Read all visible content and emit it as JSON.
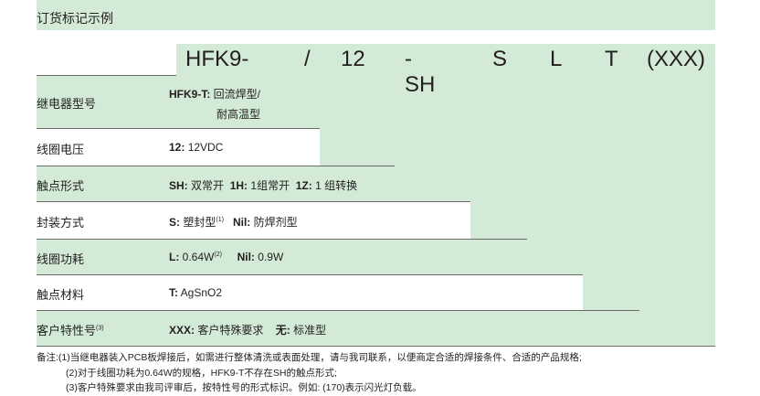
{
  "header": {
    "title": "订货标记示例"
  },
  "code_parts": [
    "HFK9-T",
    "/",
    "12",
    "-SH",
    "S",
    "L",
    "T",
    "(XXX)"
  ],
  "rows": [
    {
      "label": "继电器型号",
      "code": "HFK9-T:",
      "text": "回流焊型/",
      "text2": "耐高温型"
    },
    {
      "label": "线圈电压",
      "code": "12:",
      "text": "12VDC"
    },
    {
      "label": "触点形式",
      "code1": "SH:",
      "text1": "双常开",
      "code2": "1H:",
      "text2": "1组常开",
      "code3": "1Z:",
      "text3": "1 组转换"
    },
    {
      "label": "封装方式",
      "code1": "S:",
      "text1": "塑封型",
      "sup1": "(1)",
      "code2": "Nil:",
      "text2": "防焊剂型"
    },
    {
      "label": "线圈功耗",
      "code1": "L:",
      "text1": "0.64W",
      "sup1": "(2)",
      "code2": "Nil:",
      "text2": "0.9W"
    },
    {
      "label": "触点材料",
      "code1": "T:",
      "text1": "AgSnO2"
    },
    {
      "label": "客户特性号",
      "label_sup": "(3)",
      "code1": "XXX:",
      "text1": "客户特殊要求",
      "code2": "无:",
      "text2": "标准型"
    }
  ],
  "notes": [
    "备注:(1)当继电器装入PCB板焊接后，如需进行整体清洗或表面处理，请与我司联系，以便商定合适的焊接条件、合适的产品规格;",
    "(2)对于线圈功耗为0.64W的规格，HFK9-T不存在SH的触点形式;",
    "(3)客户特殊要求由我司评审后，按特性号的形式标识。例如: (170)表示闪光灯负载。"
  ],
  "colors": {
    "accent_green": "#d3ead7",
    "line": "#6b6b6b",
    "text": "#231f20"
  }
}
